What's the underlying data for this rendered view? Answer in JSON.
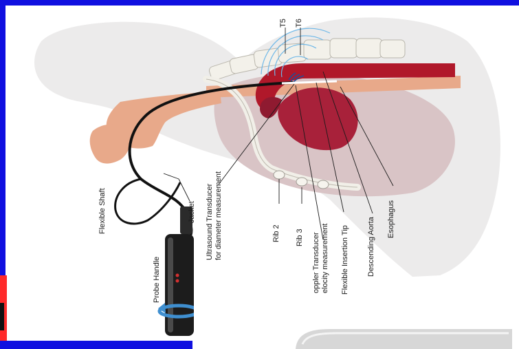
{
  "labels": {
    "t5": "T5",
    "t6": "T6",
    "flexible_shaft": "Flexible Shaft",
    "jacket": "Jacket",
    "ultrasound_line1": "Ultrasound Transducer",
    "ultrasound_line2": "for diameter measurement",
    "rib2": "Rib 2",
    "rib3": "Rib 3",
    "doppler_line1": "oppler Transducer",
    "doppler_line2": "elocity measurement",
    "flexible_tip": "Flexible Insertion Tip",
    "descending_aorta": "Descending Aorta",
    "esophagus": "Esophagus",
    "probe_handle": "Probe Handle"
  },
  "colors": {
    "background_frame": "#1010e0",
    "body_silhouette": "#ecebeb",
    "chest_cavity": "#d9c4c6",
    "skin": "#e8a98a",
    "aorta": "#b0182a",
    "heart": "#a8213a",
    "spine": "#f3f1ea",
    "probe_cable": "#111111",
    "rotation_arrow": "#3f8fd0"
  }
}
